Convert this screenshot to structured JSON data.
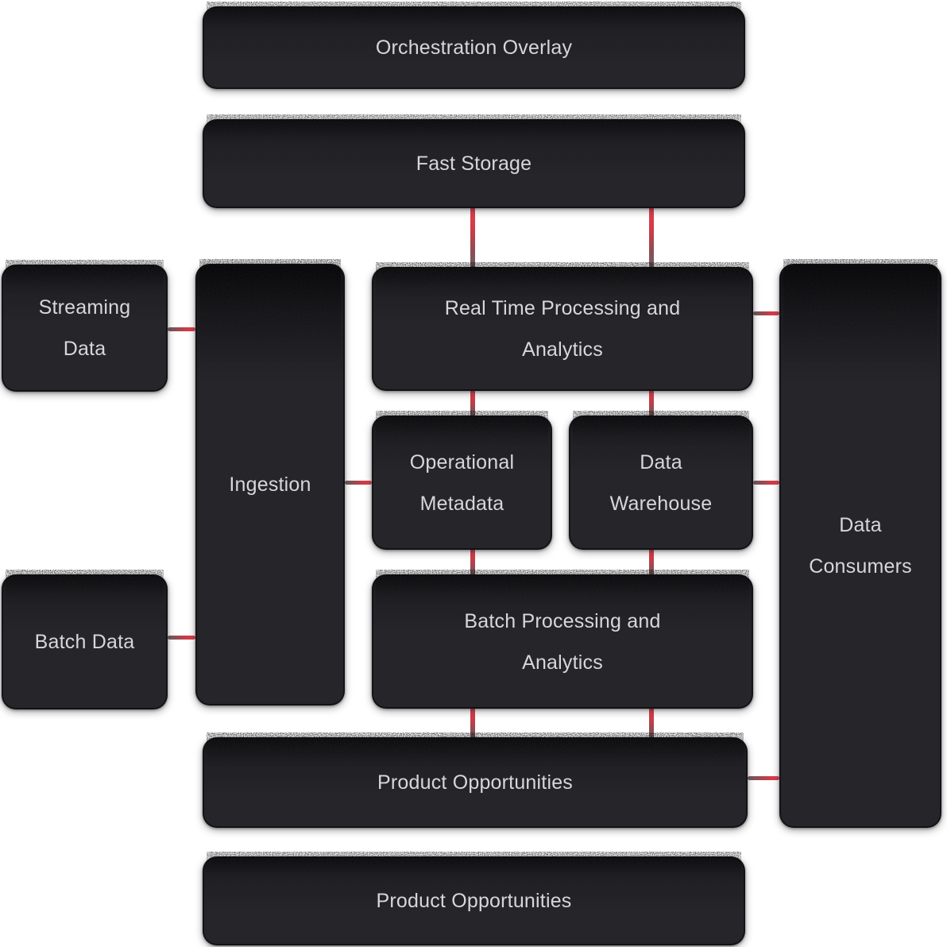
{
  "diagram": {
    "kind": "data-architecture-flow",
    "nodes": {
      "orchestration": {
        "label": "Orchestration Overlay"
      },
      "fast_storage": {
        "label": "Fast Storage"
      },
      "streaming_data": {
        "label": "Streaming Data"
      },
      "ingestion": {
        "label": "Ingestion"
      },
      "realtime": {
        "label": "Real Time Processing and Analytics"
      },
      "operational_metadata": {
        "label": "Operational Metadata"
      },
      "data_warehouse": {
        "label": "Data Warehouse"
      },
      "batch_processing": {
        "label": "Batch Processing and Analytics"
      },
      "batch_data": {
        "label": "Batch Data"
      },
      "data_consumers": {
        "label": "Data Consumers"
      },
      "product_opportunities_1": {
        "label": "Product Opportunities"
      },
      "product_opportunities_2": {
        "label": "Product Opportunities"
      }
    },
    "edges": [
      {
        "from": "Fast Storage",
        "to": "Real Time Processing and Analytics",
        "side": "left"
      },
      {
        "from": "Fast Storage",
        "to": "Real Time Processing and Analytics",
        "side": "right"
      },
      {
        "from": "Real Time Processing and Analytics",
        "to": "Operational Metadata"
      },
      {
        "from": "Real Time Processing and Analytics",
        "to": "Data Warehouse"
      },
      {
        "from": "Operational Metadata",
        "to": "Batch Processing and Analytics"
      },
      {
        "from": "Data Warehouse",
        "to": "Batch Processing and Analytics"
      },
      {
        "from": "Batch Processing and Analytics",
        "to": "Product Opportunities",
        "side": "left"
      },
      {
        "from": "Batch Processing and Analytics",
        "to": "Product Opportunities",
        "side": "right"
      },
      {
        "from": "Streaming Data",
        "to": "Ingestion"
      },
      {
        "from": "Batch Data",
        "to": "Ingestion"
      },
      {
        "from": "Ingestion",
        "to": "Operational Metadata"
      },
      {
        "from": "Real Time Processing and Analytics",
        "to": "Data Consumers"
      },
      {
        "from": "Data Warehouse",
        "to": "Data Consumers"
      },
      {
        "from": "Product Opportunities",
        "to": "Data Consumers"
      }
    ],
    "colors": {
      "background": "#ffffff",
      "node_fill": "#262529",
      "node_text": "#d7d6d8",
      "connector_red": "#e0414e",
      "connector_gray": "#6b6165"
    }
  }
}
